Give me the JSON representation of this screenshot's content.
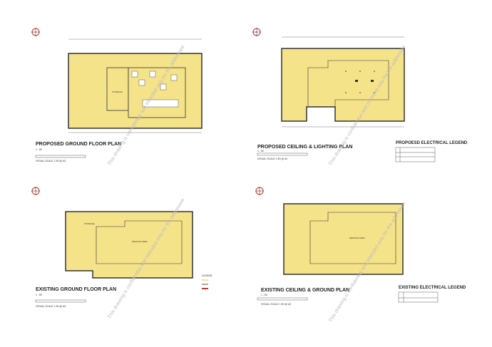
{
  "sheets": [
    {
      "title": "PROPOSED GROUND FLOOR PLAN",
      "scale": "1 : 50",
      "visual_scale": "VISUAL SCALE 1:50 @ A3",
      "rooms": [
        "STORAGE"
      ]
    },
    {
      "title": "PROPOSED CEILING & LIGHTING PLAN",
      "scale": "1 : 50",
      "visual_scale": "VISUAL SCALE 1:50 @ A3",
      "rooms": []
    },
    {
      "title": "EXISTING GROUND FLOOR PLAN",
      "scale": "1 : 50",
      "visual_scale": "VISUAL SCALE 1:50 @ A3",
      "rooms": [
        "STORAGE",
        "SEATING AREA"
      ]
    },
    {
      "title": "EXISTING CEILING & GROUND PLAN",
      "scale": "1 : 50",
      "visual_scale": "VISUAL SCALE 1:50 @ A3",
      "rooms": [
        "SEATING AREA"
      ]
    }
  ],
  "legends": {
    "proposed_electrical": "PROPOESD ELECTRICAL LEGEND",
    "existing_electrical": "EXISTING ELECTRICAL LEGEND",
    "floor_legend": "LEGEND"
  },
  "watermark": "This drawing is confidential and intended only for the addressee",
  "colors": {
    "floor_fill": "#f5e38a",
    "wall": "#333333",
    "watermark": "#bbbbbb"
  }
}
